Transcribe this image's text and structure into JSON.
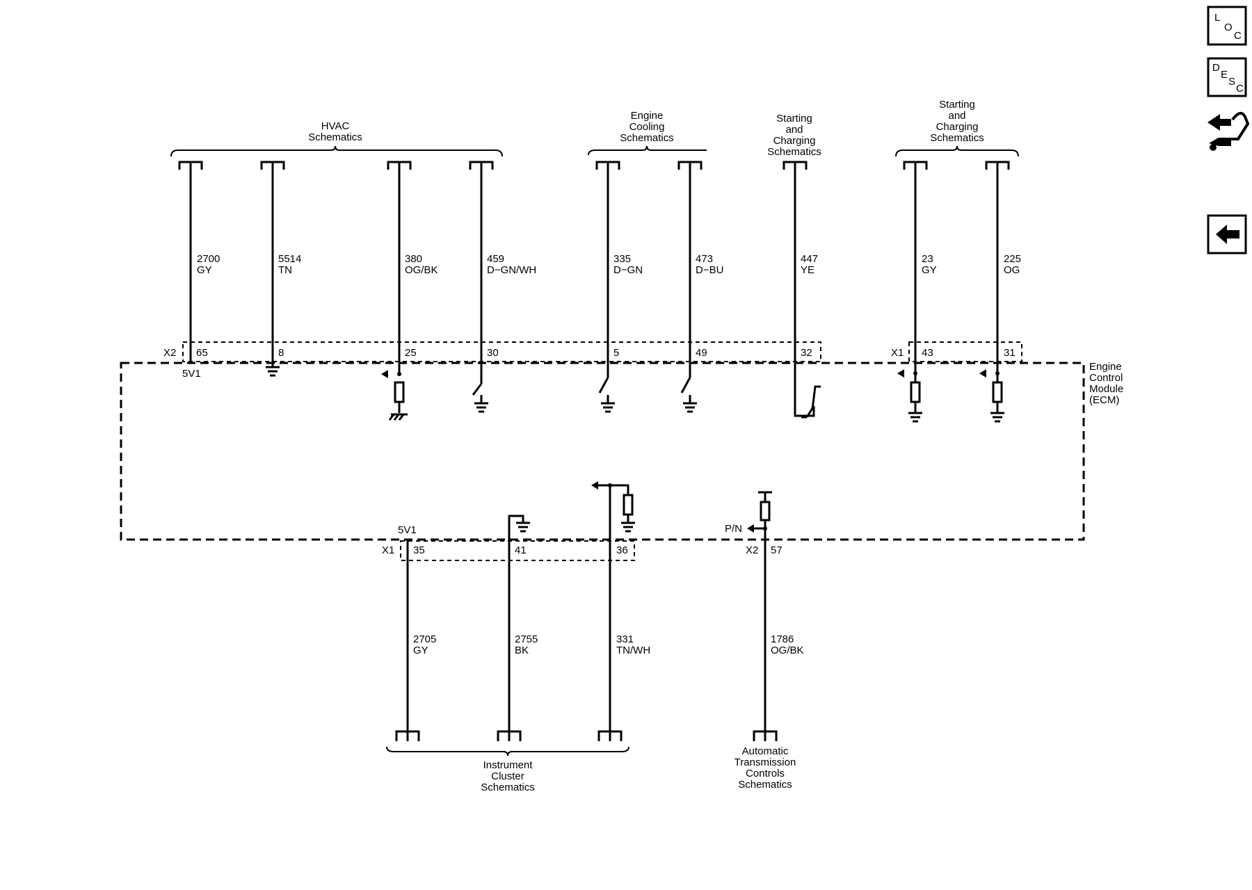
{
  "nav": {
    "loc_button": [
      "L",
      "O",
      "C"
    ],
    "desc_button": [
      "D",
      "E",
      "S",
      "C"
    ],
    "connector_icon": "connector-end-view-icon",
    "back_icon": "back-arrow-icon"
  },
  "module": {
    "label_lines": [
      "Engine",
      "Control",
      "Module",
      "(ECM)"
    ]
  },
  "top_groups": [
    {
      "lines": [
        "HVAC",
        "Schematics"
      ]
    },
    {
      "lines": [
        "Engine",
        "Cooling",
        "Schematics"
      ]
    },
    {
      "lines": [
        "Starting",
        "and",
        "Charging",
        "Schematics"
      ]
    },
    {
      "lines": [
        "Starting",
        "and",
        "Charging",
        "Schematics"
      ]
    }
  ],
  "bottom_groups": [
    {
      "lines": [
        "Instrument",
        "Cluster",
        "Schematics"
      ]
    },
    {
      "lines": [
        "Automatic",
        "Transmission",
        "Controls",
        "Schematics"
      ]
    }
  ],
  "connectors": {
    "x2_top": "X2",
    "x1_top": "X1",
    "x1_bottom": "X1",
    "x2_bottom": "X2"
  },
  "top_wires": [
    {
      "circuit": "2700",
      "color": "GY",
      "pin": "65",
      "internal": "5V1"
    },
    {
      "circuit": "5514",
      "color": "TN",
      "pin": "8"
    },
    {
      "circuit": "380",
      "color": "OG/BK",
      "pin": "25"
    },
    {
      "circuit": "459",
      "color": "D−GN/WH",
      "pin": "30"
    },
    {
      "circuit": "335",
      "color": "D−GN",
      "pin": "5"
    },
    {
      "circuit": "473",
      "color": "D−BU",
      "pin": "49"
    },
    {
      "circuit": "447",
      "color": "YE",
      "pin": "32"
    },
    {
      "circuit": "23",
      "color": "GY",
      "pin": "43"
    },
    {
      "circuit": "225",
      "color": "OG",
      "pin": "31"
    }
  ],
  "bottom_wires": [
    {
      "circuit": "2705",
      "color": "GY",
      "pin": "35",
      "internal": "5V1"
    },
    {
      "circuit": "2755",
      "color": "BK",
      "pin": "41"
    },
    {
      "circuit": "331",
      "color": "TN/WH",
      "pin": "36"
    },
    {
      "circuit": "1786",
      "color": "OG/BK",
      "pin": "57",
      "internal": "P/N"
    }
  ]
}
